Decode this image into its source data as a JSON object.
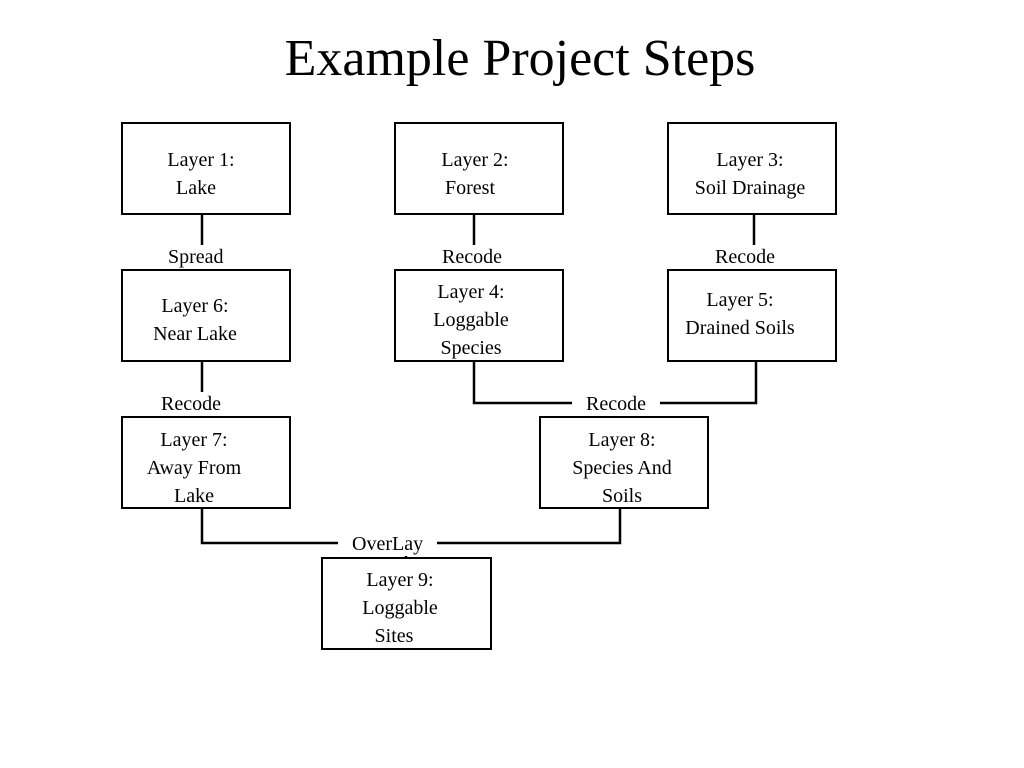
{
  "title": "Example Project Steps",
  "layers": {
    "l1": {
      "line1": "Layer 1:",
      "line2": "Lake"
    },
    "l2": {
      "line1": "Layer 2:",
      "line2": "Forest"
    },
    "l3": {
      "line1": "Layer 3:",
      "line2": "Soil Drainage"
    },
    "l4": {
      "line1": "Layer 4:",
      "line2": "Loggable",
      "line3": "Species"
    },
    "l5": {
      "line1": "Layer 5:",
      "line2": "Drained Soils"
    },
    "l6": {
      "line1": "Layer 6:",
      "line2": "Near Lake"
    },
    "l7": {
      "line1": "Layer 7:",
      "line2": "Away From",
      "line3": "Lake"
    },
    "l8": {
      "line1": "Layer 8:",
      "line2": "Species And",
      "line3": "Soils"
    },
    "l9": {
      "line1": "Layer 9:",
      "line2": "Loggable",
      "line3": "Sites"
    }
  },
  "operations": {
    "spread": "Spread",
    "recode_2_4": "Recode",
    "recode_3_5": "Recode",
    "recode_6_7": "Recode",
    "recode_4_5_8": "Recode",
    "overlay_7_8_9": "OverLay"
  }
}
